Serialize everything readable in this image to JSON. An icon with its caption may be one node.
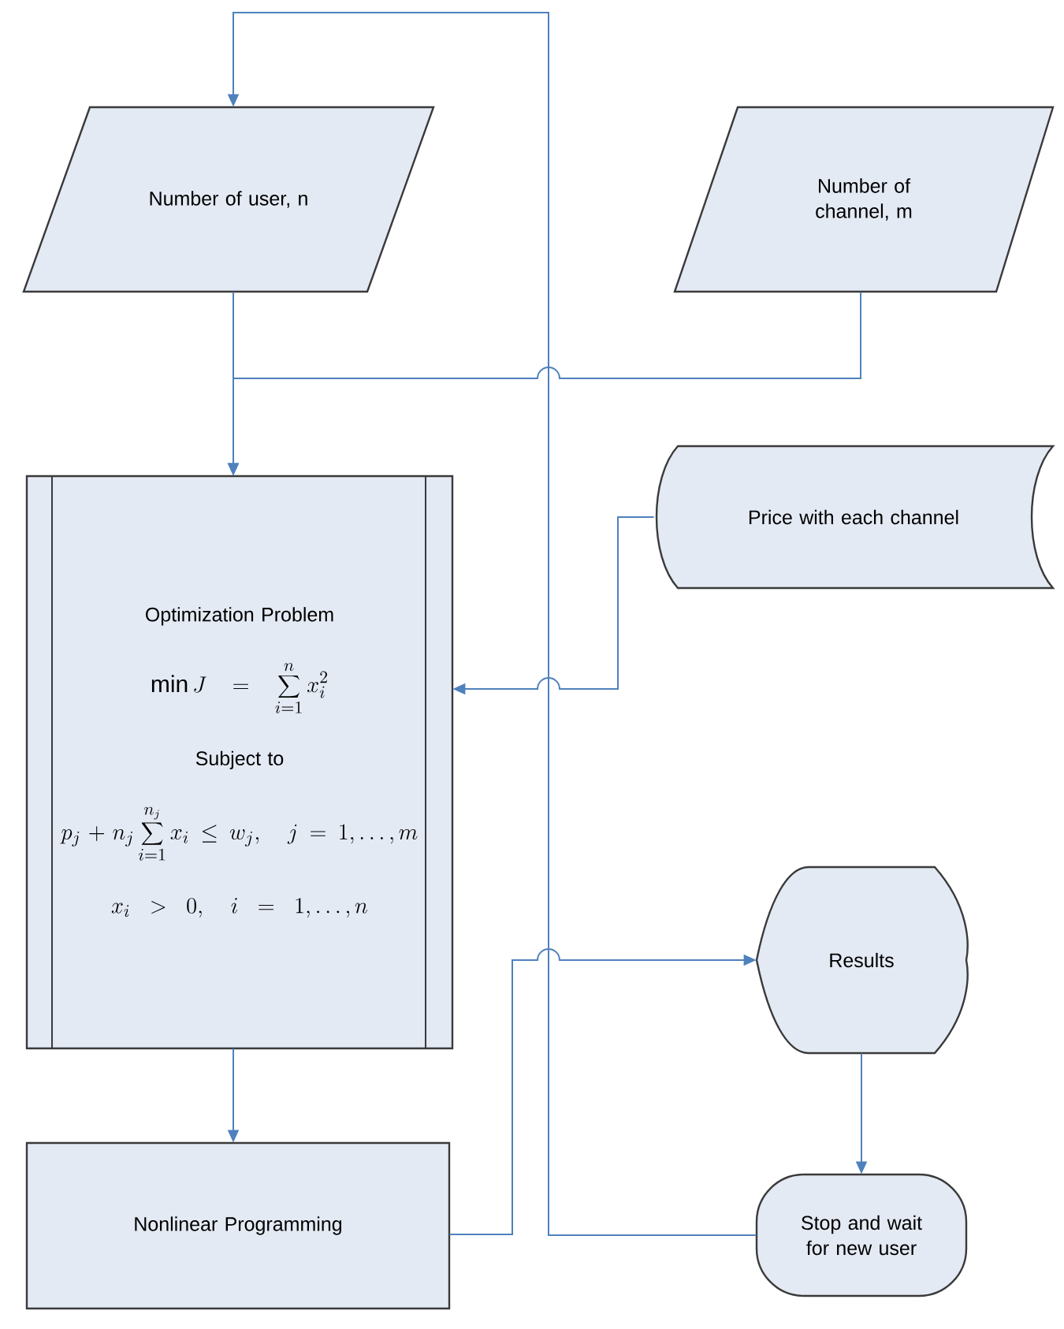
{
  "diagram": {
    "nodes": [
      {
        "text": [
          "Number of user, n"
        ]
      },
      {
        "text": [
          "Number of channel, m"
        ]
      },
      {
        "text": [
          "Optimization Problem",
          "\\min J = \\sum_{i=1}^{n} x_i^2",
          "Subject to",
          "p_j + n_j \\sum_{i=1}^{n_j} x_i \\le w_j, \\quad j = 1,\\ldots,m",
          "x_i > 0, \\quad i = 1,\\ldots,n"
        ]
      },
      {
        "text": [
          "Price with each channel"
        ]
      },
      {
        "text": [
          "Nonlinear Programming"
        ]
      },
      {
        "text": [
          "Results"
        ]
      },
      {
        "text": [
          "Stop and wait for new user"
        ]
      }
    ],
    "edges": [
      {
        "from": 6,
        "to": 0,
        "arrow": "to"
      },
      {
        "from": 0,
        "to": 2,
        "arrow": "to"
      },
      {
        "from": 1,
        "to": 2,
        "arrow": "to"
      },
      {
        "from": 3,
        "to": 2,
        "arrow": "to"
      },
      {
        "from": 2,
        "to": 4,
        "arrow": "to"
      },
      {
        "from": 4,
        "to": 5,
        "arrow": "to"
      },
      {
        "from": 5,
        "to": 6,
        "arrow": "to"
      }
    ]
  }
}
